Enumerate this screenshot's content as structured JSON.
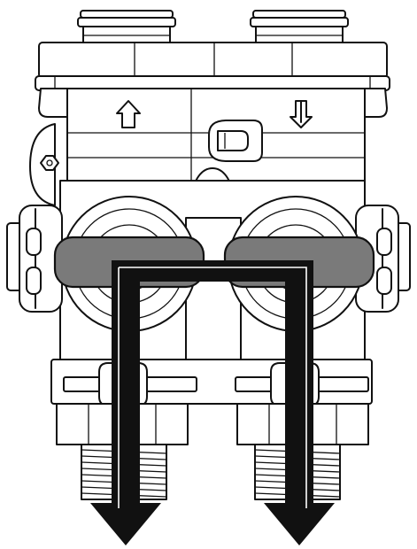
{
  "diagram": {
    "subject": "bypass-valve-in-service-position",
    "inlet_arrow": "up",
    "outlet_arrow": "down",
    "colors": {
      "line": "#111111",
      "handle": "#7a7a7a",
      "flow_path": "#111111",
      "background": "#ffffff"
    }
  }
}
